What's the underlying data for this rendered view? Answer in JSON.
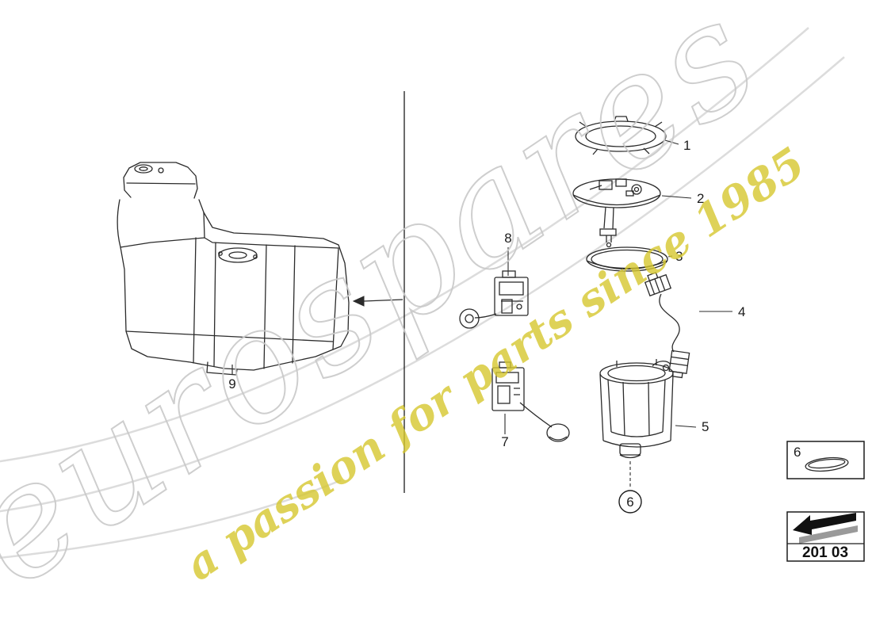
{
  "watermark": {
    "brand": "eurospares",
    "tagline": "a passion for parts since 1985"
  },
  "callouts": {
    "c1": "1",
    "c2": "2",
    "c3": "3",
    "c4": "4",
    "c5": "5",
    "c6": "6",
    "c7": "7",
    "c8": "8",
    "c9": "9"
  },
  "inset": {
    "label": "6"
  },
  "part_group": {
    "code": "201 03"
  },
  "colors": {
    "line": "#2b2b2b",
    "watermark_gray": "#c9c9c9",
    "watermark_yellow": "#d6c82f",
    "swoosh": "#dcdcdc"
  }
}
